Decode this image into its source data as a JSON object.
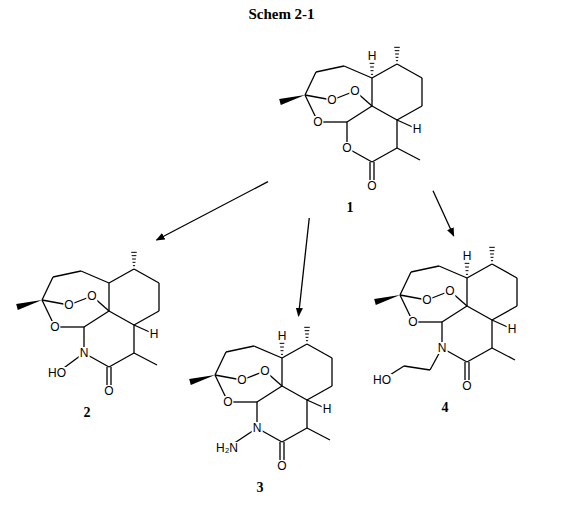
{
  "diagram": {
    "title": "Schem 2-1",
    "nodes": [
      {
        "text": [
          "O",
          "O",
          "O",
          "O",
          "O",
          "H",
          "H",
          "1"
        ]
      },
      {
        "text": [
          "O",
          "O",
          "O",
          "HO",
          "N",
          "O",
          "H",
          "2"
        ]
      },
      {
        "text": [
          "O",
          "O",
          "O",
          "H₂N",
          "N",
          "O",
          "H",
          "H",
          "3"
        ]
      },
      {
        "text": [
          "O",
          "O",
          "O",
          "N",
          "O",
          "HO",
          "H",
          "H",
          "4"
        ]
      }
    ],
    "edges": [
      {
        "from": 0,
        "to": 1,
        "arrow": "to"
      },
      {
        "from": 0,
        "to": 2,
        "arrow": "to"
      },
      {
        "from": 0,
        "to": 3,
        "arrow": "to"
      }
    ]
  }
}
